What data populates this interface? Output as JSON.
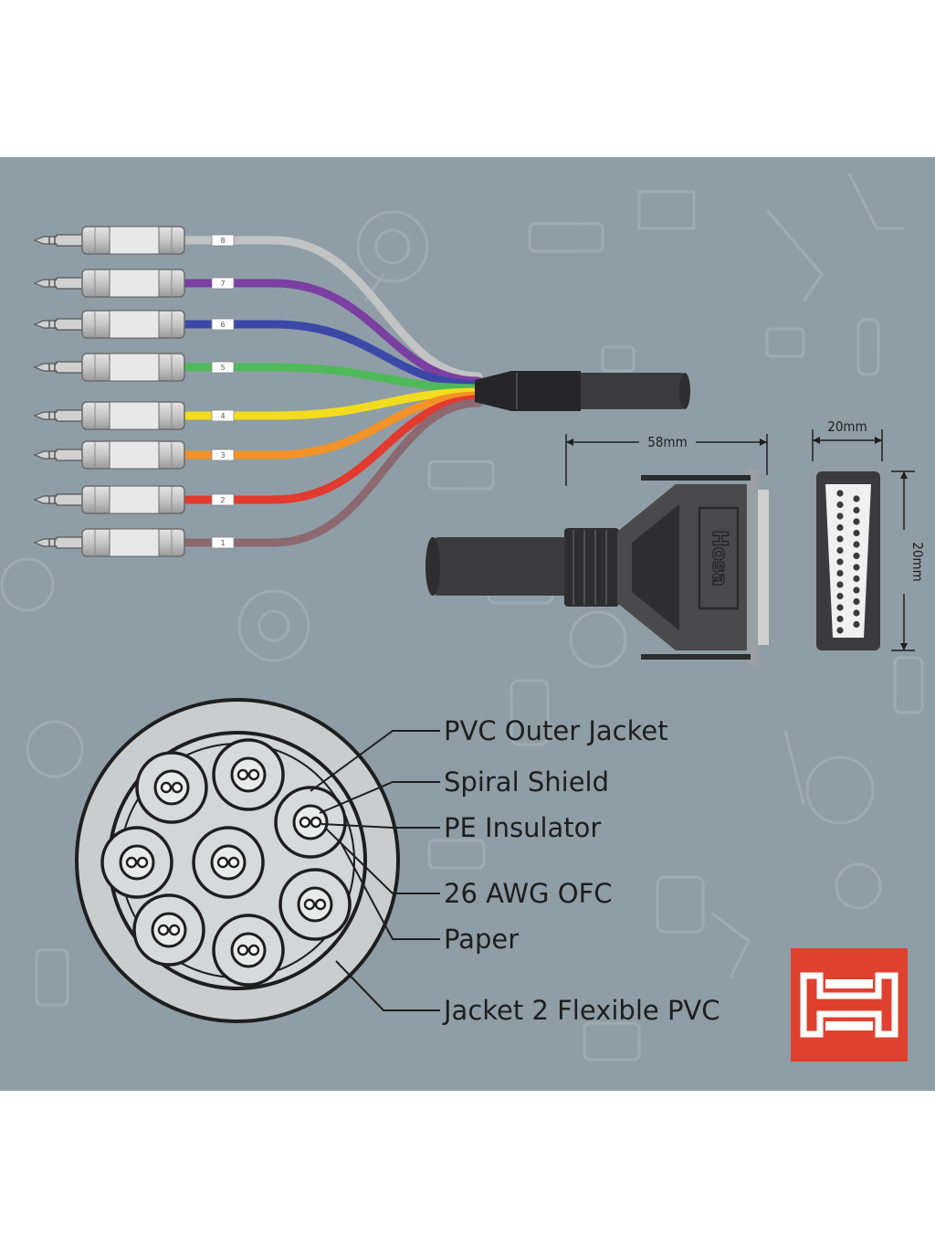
{
  "colors": {
    "background": "#8f9ea6",
    "cable_outer": "#3b3b3d",
    "connector_body": "#4a4a4c",
    "plug_metal": "#bdbdbd",
    "logo_red": "#e0402e"
  },
  "channels": [
    {
      "number": "8",
      "color": "#c2c4c4"
    },
    {
      "number": "7",
      "color": "#7a3fa0"
    },
    {
      "number": "6",
      "color": "#3c48a8"
    },
    {
      "number": "5",
      "color": "#4fb858"
    },
    {
      "number": "4",
      "color": "#f2dc1e"
    },
    {
      "number": "3",
      "color": "#f39226"
    },
    {
      "number": "2",
      "color": "#e23a2e"
    },
    {
      "number": "1",
      "color": "#8c6870"
    }
  ],
  "dimensions": {
    "length": "58mm",
    "width": "20mm",
    "height": "20mm"
  },
  "connector_brand": "Hosa",
  "cross_section_labels": [
    "PVC Outer Jacket",
    "Spiral Shield",
    "PE Insulator",
    "26 AWG OFC",
    "Paper",
    "Jacket 2 Flexible PVC"
  ],
  "logo": "hosa-logo-icon"
}
